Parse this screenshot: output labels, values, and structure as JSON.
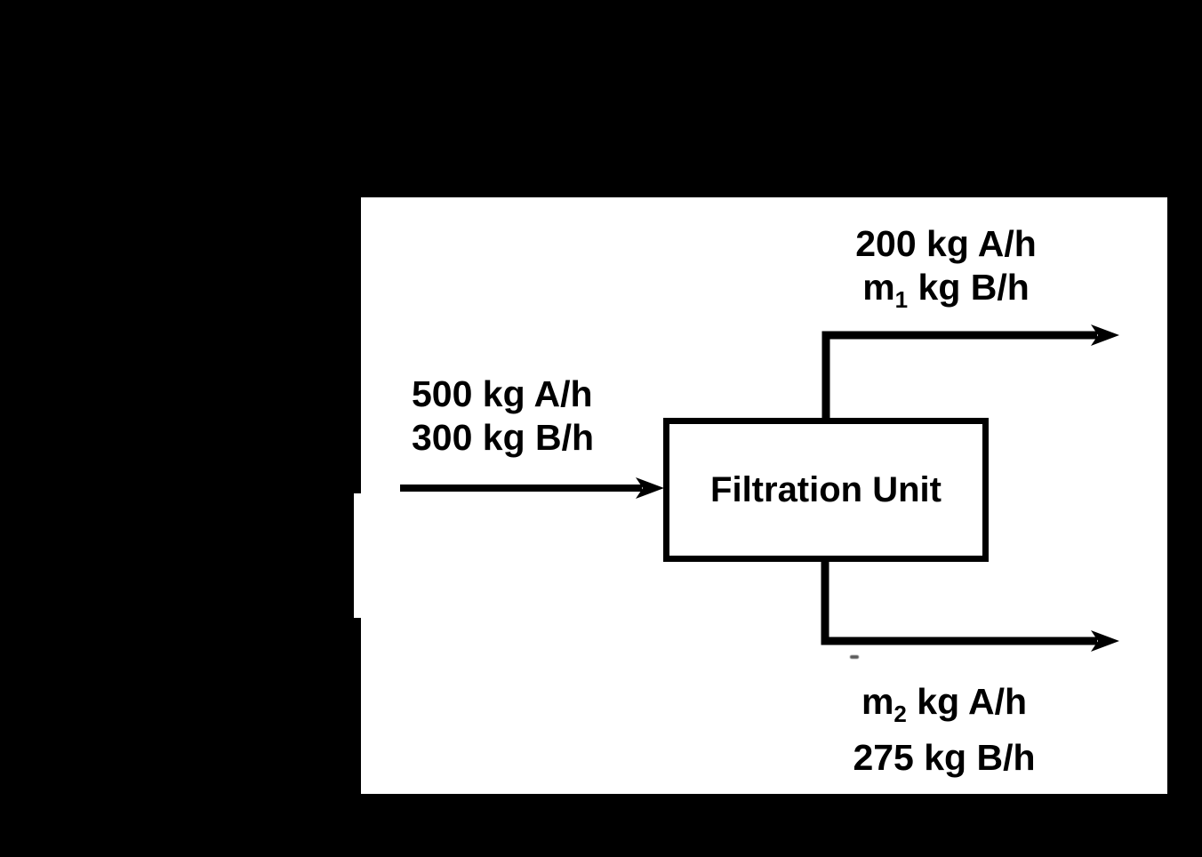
{
  "scene": {
    "background_color": "#000000",
    "panel_color": "#ffffff",
    "ink_color": "#000000",
    "artifact_color": "#5a5a5a"
  },
  "diagram": {
    "unit": {
      "label": "Filtration Unit"
    },
    "feed": {
      "line1": "500 kg A/h",
      "line2": "300 kg B/h"
    },
    "top_product": {
      "line1": "200 kg A/h",
      "line2_var": "m",
      "line2_sub": "1",
      "line2_rest": " kg B/h"
    },
    "bottom_product": {
      "line1_var": "m",
      "line1_sub": "2",
      "line1_rest": " kg A/h",
      "line2": "275 kg B/h"
    }
  }
}
